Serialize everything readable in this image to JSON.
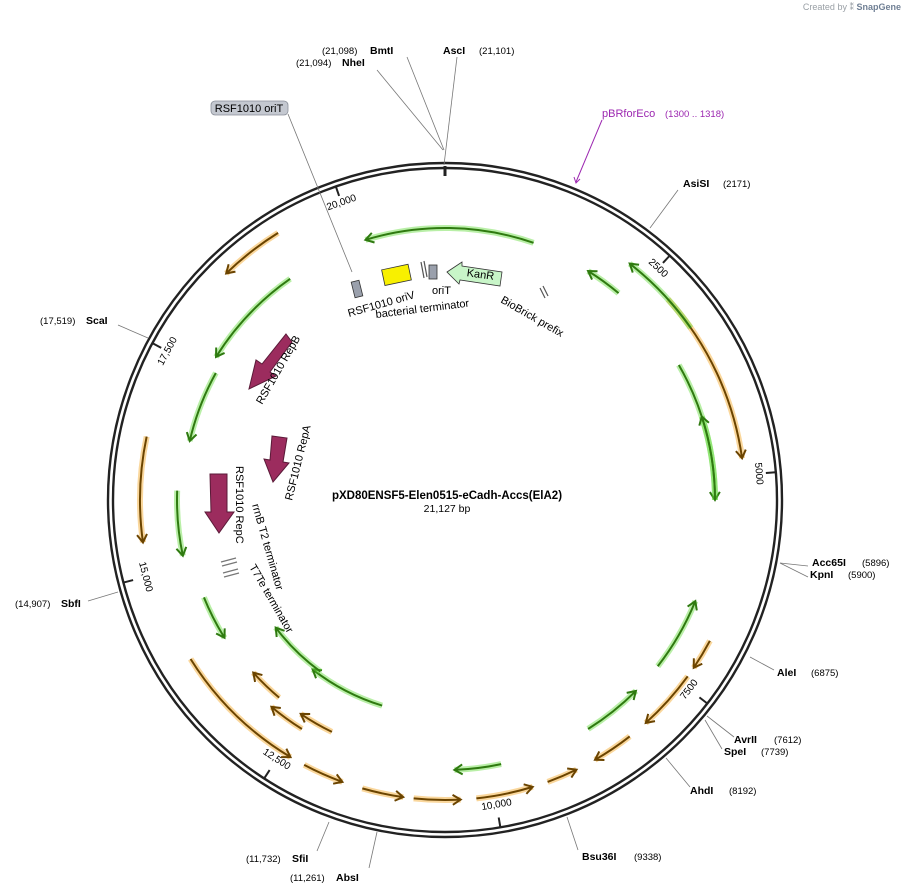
{
  "credit": {
    "prefix": "Created by",
    "brand": "SnapGene"
  },
  "plasmid": {
    "name": "pXD80ENSF5-Elen0515-eCadh-Accs(ElA2)",
    "length_text": "21,127 bp"
  },
  "ticks": [
    "2500",
    "5000",
    "7500",
    "10,000",
    "12,500",
    "15,000",
    "17,500",
    "20,000"
  ],
  "enzymes": [
    {
      "name": "BmtI",
      "pos": "(21,098)"
    },
    {
      "name": "NheI",
      "pos": "(21,094)"
    },
    {
      "name": "AscI",
      "pos": "(21,101)"
    },
    {
      "name": "AsiSI",
      "pos": "(2171)"
    },
    {
      "name": "Acc65I",
      "pos": "(5896)"
    },
    {
      "name": "KpnI",
      "pos": "(5900)"
    },
    {
      "name": "AleI",
      "pos": "(6875)"
    },
    {
      "name": "AvrII",
      "pos": "(7612)"
    },
    {
      "name": "SpeI",
      "pos": "(7739)"
    },
    {
      "name": "AhdI",
      "pos": "(8192)"
    },
    {
      "name": "Bsu36I",
      "pos": "(9338)"
    },
    {
      "name": "AbsI",
      "pos": "(11,261)"
    },
    {
      "name": "SfiI",
      "pos": "(11,732)"
    },
    {
      "name": "SbfI",
      "pos": "(14,907)"
    },
    {
      "name": "ScaI",
      "pos": "(17,519)"
    }
  ],
  "primer": {
    "name": "pBRforEco",
    "range": "(1300 .. 1318)"
  },
  "features": {
    "rsf_orit_box": "RSF1010 oriT",
    "oriv": "RSF1010 oriV",
    "orit": "oriT",
    "bact_term": "bacterial terminator",
    "kanr": "KanR",
    "biobrick": "BioBrick prefix",
    "repb": "RSF1010 RepB",
    "repa": "RSF1010 RepA",
    "repc": "RSF1010 RepC",
    "rrnb": "rrnB T2 terminator",
    "t7te": "T7Te terminator"
  },
  "colors": {
    "orange": "#f5a623",
    "green": "#64dc3c",
    "rep": "#9c2c5e",
    "primer": "#9c27b0",
    "yellow": "#f8f000",
    "kanr": "#c8f5c8",
    "backbone": "#222222"
  }
}
